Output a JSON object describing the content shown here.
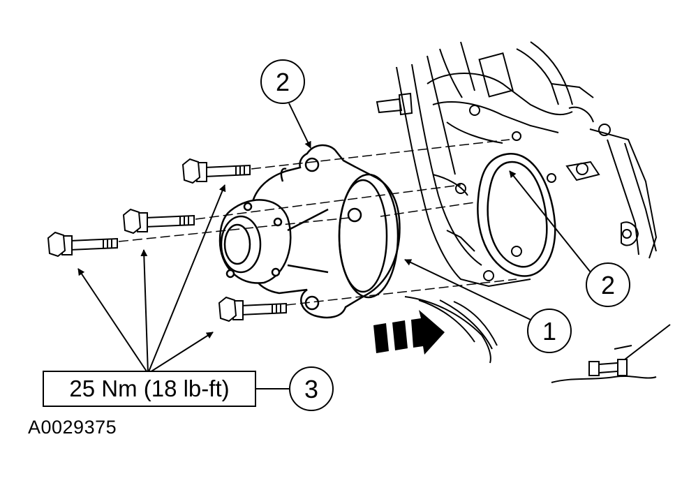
{
  "callouts": {
    "c2_top": "2",
    "c2_right": "2",
    "c1": "1",
    "c3": "3"
  },
  "torque_spec": "25 Nm (18 lb-ft)",
  "figure_id": "A0029375",
  "icons": [
    "bolt-icon",
    "water-pump-icon",
    "gasket-icon",
    "direction-arrow-icon"
  ]
}
